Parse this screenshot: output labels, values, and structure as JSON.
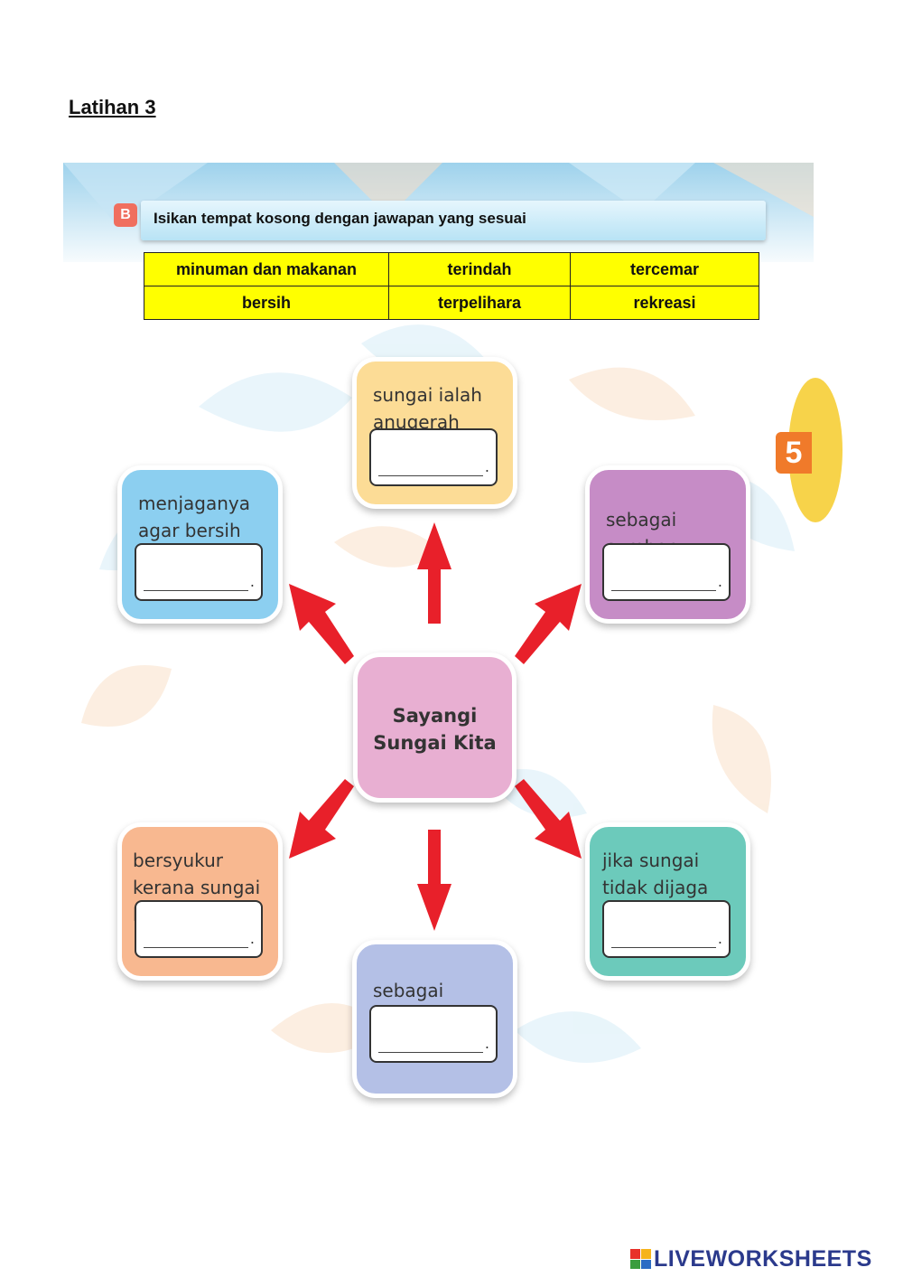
{
  "title": "Latihan 3",
  "section": {
    "letter": "B",
    "instruction": "Isikan tempat kosong dengan jawapan yang sesuai"
  },
  "word_bank": [
    [
      "minuman dan makanan",
      "terindah",
      "tercemar"
    ],
    [
      "bersih",
      "terpelihara",
      "rekreasi"
    ]
  ],
  "center": {
    "line1": "Sayangi",
    "line2": "Sungai Kita"
  },
  "nodes": {
    "top": {
      "text": "sungai ialah anugerah",
      "color": "#fcdc96"
    },
    "top_left": {
      "text": "menjaganya agar bersih dan",
      "color": "#8ccff0"
    },
    "top_right": {
      "text": "sebagai sumber",
      "color": "#c68cc6"
    },
    "bottom_left": {
      "text": "bersyukur kerana sungai kita",
      "color": "#f8b890"
    },
    "bottom_right": {
      "text": "jika sungai tidak dijaga akan",
      "color": "#6ccabb"
    },
    "bottom": {
      "text": "sebagai tempat",
      "color": "#b4c0e6"
    }
  },
  "answer_suffix": ".",
  "page_badge": "5",
  "footer": {
    "brand": "LIVEWORKSHEETS"
  },
  "colors": {
    "arrow": "#e8202a",
    "word_bank_bg": "#ffff00",
    "center": "#e8afd2"
  }
}
